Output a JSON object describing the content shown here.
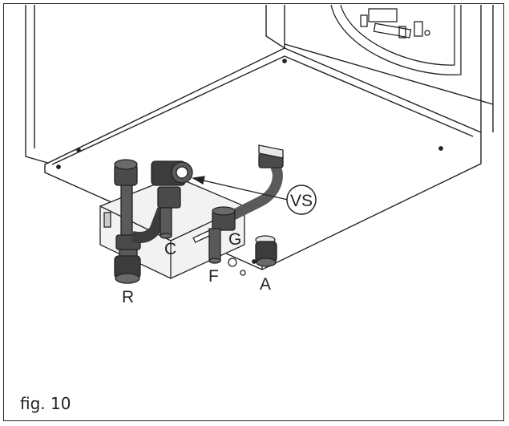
{
  "figure": {
    "caption": "fig. 10",
    "labels": {
      "vs": "VS",
      "c": "C",
      "g": "G",
      "f": "F",
      "a": "A",
      "r": "R"
    }
  },
  "colors": {
    "line": "#222222",
    "pipe_dark": "#3c3c3c",
    "pipe_mid": "#6a6a6a",
    "fitting": "#4a4a4a",
    "panel": "#ffffff",
    "bracket": "#e9e9e9"
  }
}
